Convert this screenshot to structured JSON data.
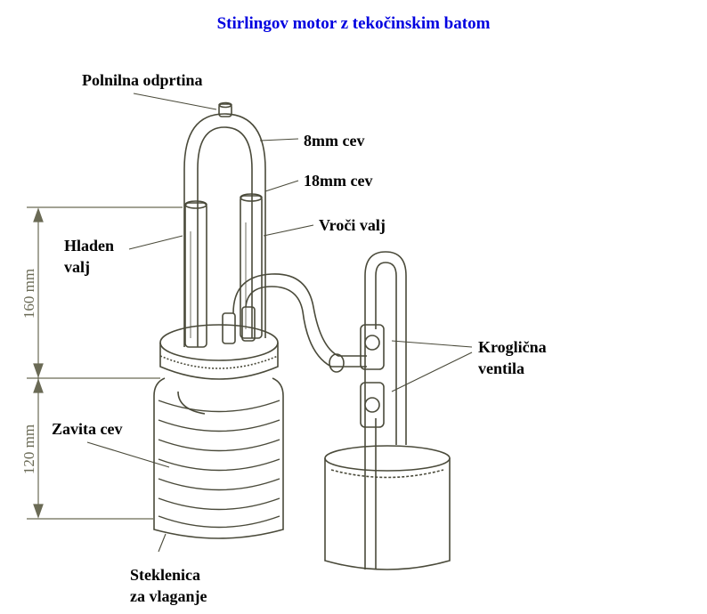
{
  "title": "Stirlingov motor z tekočinskim batom",
  "labels": {
    "fill_port": "Polnilna odprtina",
    "tube_8mm": "8mm cev",
    "tube_18mm": "18mm cev",
    "hot_cylinder": "Vroči valj",
    "cold_cylinder_1": "Hladen",
    "cold_cylinder_2": "valj",
    "ball_valves_1": "Kroglična",
    "ball_valves_2": "ventila",
    "coiled_tube": "Zavita cev",
    "jar_1": "Steklenica",
    "jar_2": "za vlaganje"
  },
  "dimensions": {
    "upper": "160 mm",
    "lower": "120 mm"
  },
  "colors": {
    "title": "#0000e0",
    "drawing": "#4a4a3a"
  }
}
